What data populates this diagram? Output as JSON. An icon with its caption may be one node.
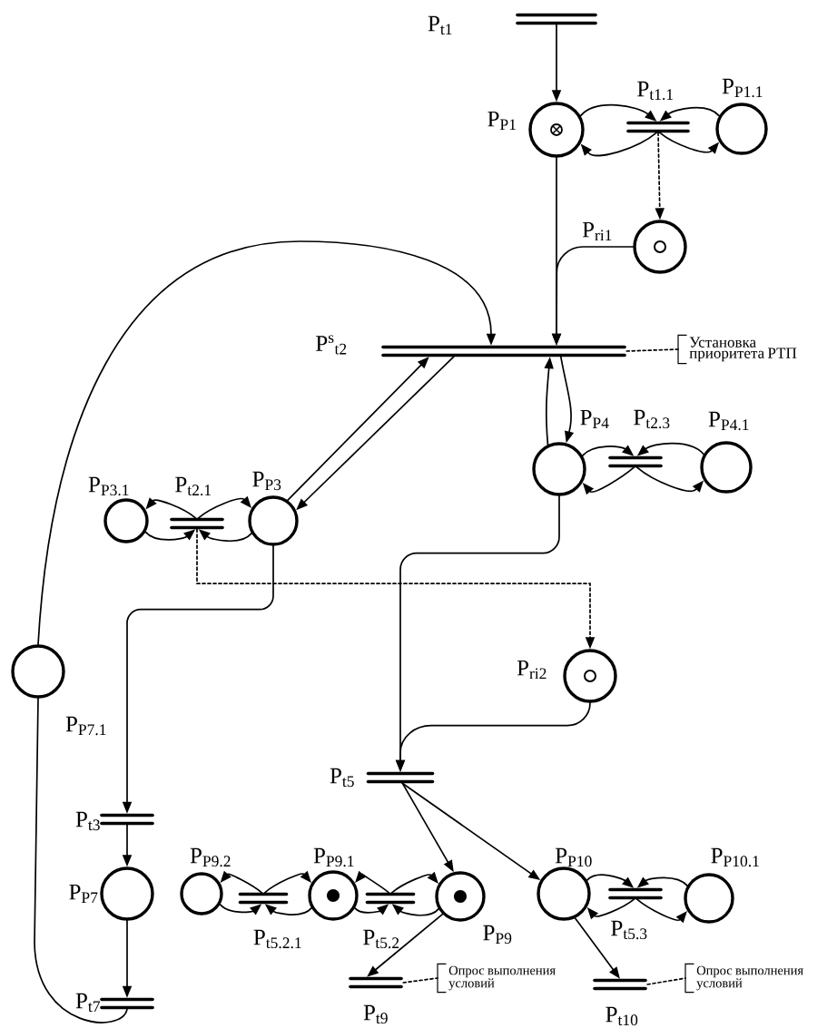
{
  "diagram": {
    "nodes": [
      {
        "text": [],
        "shape": "bar",
        "beside": [
          "P$_{t1}$"
        ]
      },
      {
        "text": [],
        "shape": "circle",
        "beside": [
          "P$_{P1}$"
        ]
      },
      {
        "text": [],
        "shape": "bar",
        "beside": [
          "P$_{t1.1}$"
        ]
      },
      {
        "text": [],
        "shape": "circle",
        "beside": [
          "P$_{P1.1}$"
        ]
      },
      {
        "text": [],
        "shape": "circle",
        "beside": [
          "P$_{ri1}$"
        ]
      },
      {
        "text": [],
        "shape": "bar",
        "beside": [
          "P$^{s}$$_{t2}$"
        ]
      },
      {
        "text": [
          "Установка приоритета РТП"
        ]
      },
      {
        "text": [],
        "shape": "circle",
        "beside": [
          "P$_{P4}$"
        ]
      },
      {
        "text": [],
        "shape": "bar",
        "beside": [
          "P$_{t2.3}$"
        ]
      },
      {
        "text": [],
        "shape": "circle",
        "beside": [
          "P$_{P4.1}$"
        ]
      },
      {
        "text": [],
        "shape": "circle",
        "beside": [
          "P$_{P3.1}$"
        ]
      },
      {
        "text": [],
        "shape": "bar",
        "beside": [
          "P$_{t2.1}$"
        ]
      },
      {
        "text": [],
        "shape": "circle",
        "beside": [
          "P$_{P3}$"
        ]
      },
      {
        "text": [],
        "shape": "circle",
        "beside": [
          "P$_{P7.1}$"
        ]
      },
      {
        "text": [],
        "shape": "circle",
        "beside": [
          "P$_{ri2}$"
        ]
      },
      {
        "text": [],
        "shape": "bar",
        "beside": [
          "P$_{t5}$"
        ]
      },
      {
        "text": [],
        "shape": "bar",
        "beside": [
          "P$_{t3}$"
        ]
      },
      {
        "text": [],
        "shape": "circle",
        "beside": [
          "P$_{P7}$"
        ]
      },
      {
        "text": [],
        "shape": "circle",
        "beside": [
          "P$_{P9.2}$"
        ]
      },
      {
        "text": [],
        "shape": "bar",
        "beside": [
          "P$_{t5.2.1}$"
        ]
      },
      {
        "text": [],
        "shape": "circle",
        "beside": [
          "P$_{P9.1}$"
        ]
      },
      {
        "text": [],
        "shape": "bar",
        "beside": [
          "P$_{t5.2}$"
        ]
      },
      {
        "text": [],
        "shape": "circle",
        "beside": [
          "P$_{P9}$"
        ]
      },
      {
        "text": [],
        "shape": "circle",
        "beside": [
          "P$_{P10}$"
        ]
      },
      {
        "text": [],
        "shape": "bar",
        "beside": [
          "P$_{t5.3}$"
        ]
      },
      {
        "text": [],
        "shape": "circle",
        "beside": [
          "P$_{P10.1}$"
        ]
      },
      {
        "text": [],
        "shape": "bar",
        "beside": [
          "P$_{t7}$"
        ]
      },
      {
        "text": [],
        "shape": "bar",
        "beside": [
          "P$_{t9}$"
        ]
      },
      {
        "text": [
          "Опрос выполнения условий"
        ]
      },
      {
        "text": [],
        "shape": "bar",
        "beside": [
          "P$_{t10}$"
        ]
      },
      {
        "text": [
          "Опрос выполнения условий"
        ]
      }
    ],
    "edges": [
      {
        "from": 0,
        "to": 1,
        "arrow": "to"
      },
      {
        "from": 1,
        "to": 2,
        "arrow": "to"
      },
      {
        "from": 2,
        "to": 1,
        "arrow": "to"
      },
      {
        "from": 3,
        "to": 2,
        "arrow": "to"
      },
      {
        "from": 2,
        "to": 3,
        "arrow": "to"
      },
      {
        "from": 2,
        "to": 4,
        "arrow": "to",
        "style": "dashed"
      },
      {
        "from": 1,
        "to": 5,
        "arrow": "to"
      },
      {
        "from": 4,
        "to": 5,
        "arrow": "to"
      },
      {
        "from": 13,
        "to": 5,
        "arrow": "to"
      },
      {
        "from": 5,
        "to": 6,
        "arrow": "none",
        "style": "dashed"
      },
      {
        "from": 12,
        "to": 5,
        "arrow": "to"
      },
      {
        "from": 5,
        "to": 12,
        "arrow": "to"
      },
      {
        "from": 7,
        "to": 5,
        "arrow": "to"
      },
      {
        "from": 5,
        "to": 7,
        "arrow": "to"
      },
      {
        "from": 7,
        "to": 8,
        "arrow": "to"
      },
      {
        "from": 8,
        "to": 7,
        "arrow": "to"
      },
      {
        "from": 9,
        "to": 8,
        "arrow": "to"
      },
      {
        "from": 8,
        "to": 9,
        "arrow": "to"
      },
      {
        "from": 11,
        "to": 10,
        "arrow": "to"
      },
      {
        "from": 11,
        "to": 12,
        "arrow": "to"
      },
      {
        "from": 10,
        "to": 11,
        "arrow": "to"
      },
      {
        "from": 12,
        "to": 11,
        "arrow": "to"
      },
      {
        "from": 11,
        "to": 14,
        "arrow": "to",
        "style": "dashed"
      },
      {
        "from": 12,
        "to": 16,
        "arrow": "to"
      },
      {
        "from": 7,
        "to": 15,
        "arrow": "to"
      },
      {
        "from": 14,
        "to": 15,
        "arrow": "to"
      },
      {
        "from": 16,
        "to": 17,
        "arrow": "to"
      },
      {
        "from": 17,
        "to": 26,
        "arrow": "to"
      },
      {
        "from": 26,
        "to": 13,
        "arrow": "none"
      },
      {
        "from": 15,
        "to": 22,
        "arrow": "to"
      },
      {
        "from": 15,
        "to": 23,
        "arrow": "to"
      },
      {
        "from": 19,
        "to": 18,
        "arrow": "to"
      },
      {
        "from": 19,
        "to": 20,
        "arrow": "to"
      },
      {
        "from": 18,
        "to": 19,
        "arrow": "to"
      },
      {
        "from": 20,
        "to": 19,
        "arrow": "to"
      },
      {
        "from": 21,
        "to": 20,
        "arrow": "to"
      },
      {
        "from": 21,
        "to": 22,
        "arrow": "to"
      },
      {
        "from": 20,
        "to": 21,
        "arrow": "to"
      },
      {
        "from": 22,
        "to": 21,
        "arrow": "to"
      },
      {
        "from": 23,
        "to": 24,
        "arrow": "to"
      },
      {
        "from": 25,
        "to": 24,
        "arrow": "to"
      },
      {
        "from": 24,
        "to": 23,
        "arrow": "to"
      },
      {
        "from": 24,
        "to": 25,
        "arrow": "to"
      },
      {
        "from": 22,
        "to": 27,
        "arrow": "to"
      },
      {
        "from": 23,
        "to": 29,
        "arrow": "to"
      },
      {
        "from": 27,
        "to": 28,
        "arrow": "none",
        "style": "dashed"
      },
      {
        "from": 29,
        "to": 30,
        "arrow": "none",
        "style": "dashed"
      }
    ]
  }
}
